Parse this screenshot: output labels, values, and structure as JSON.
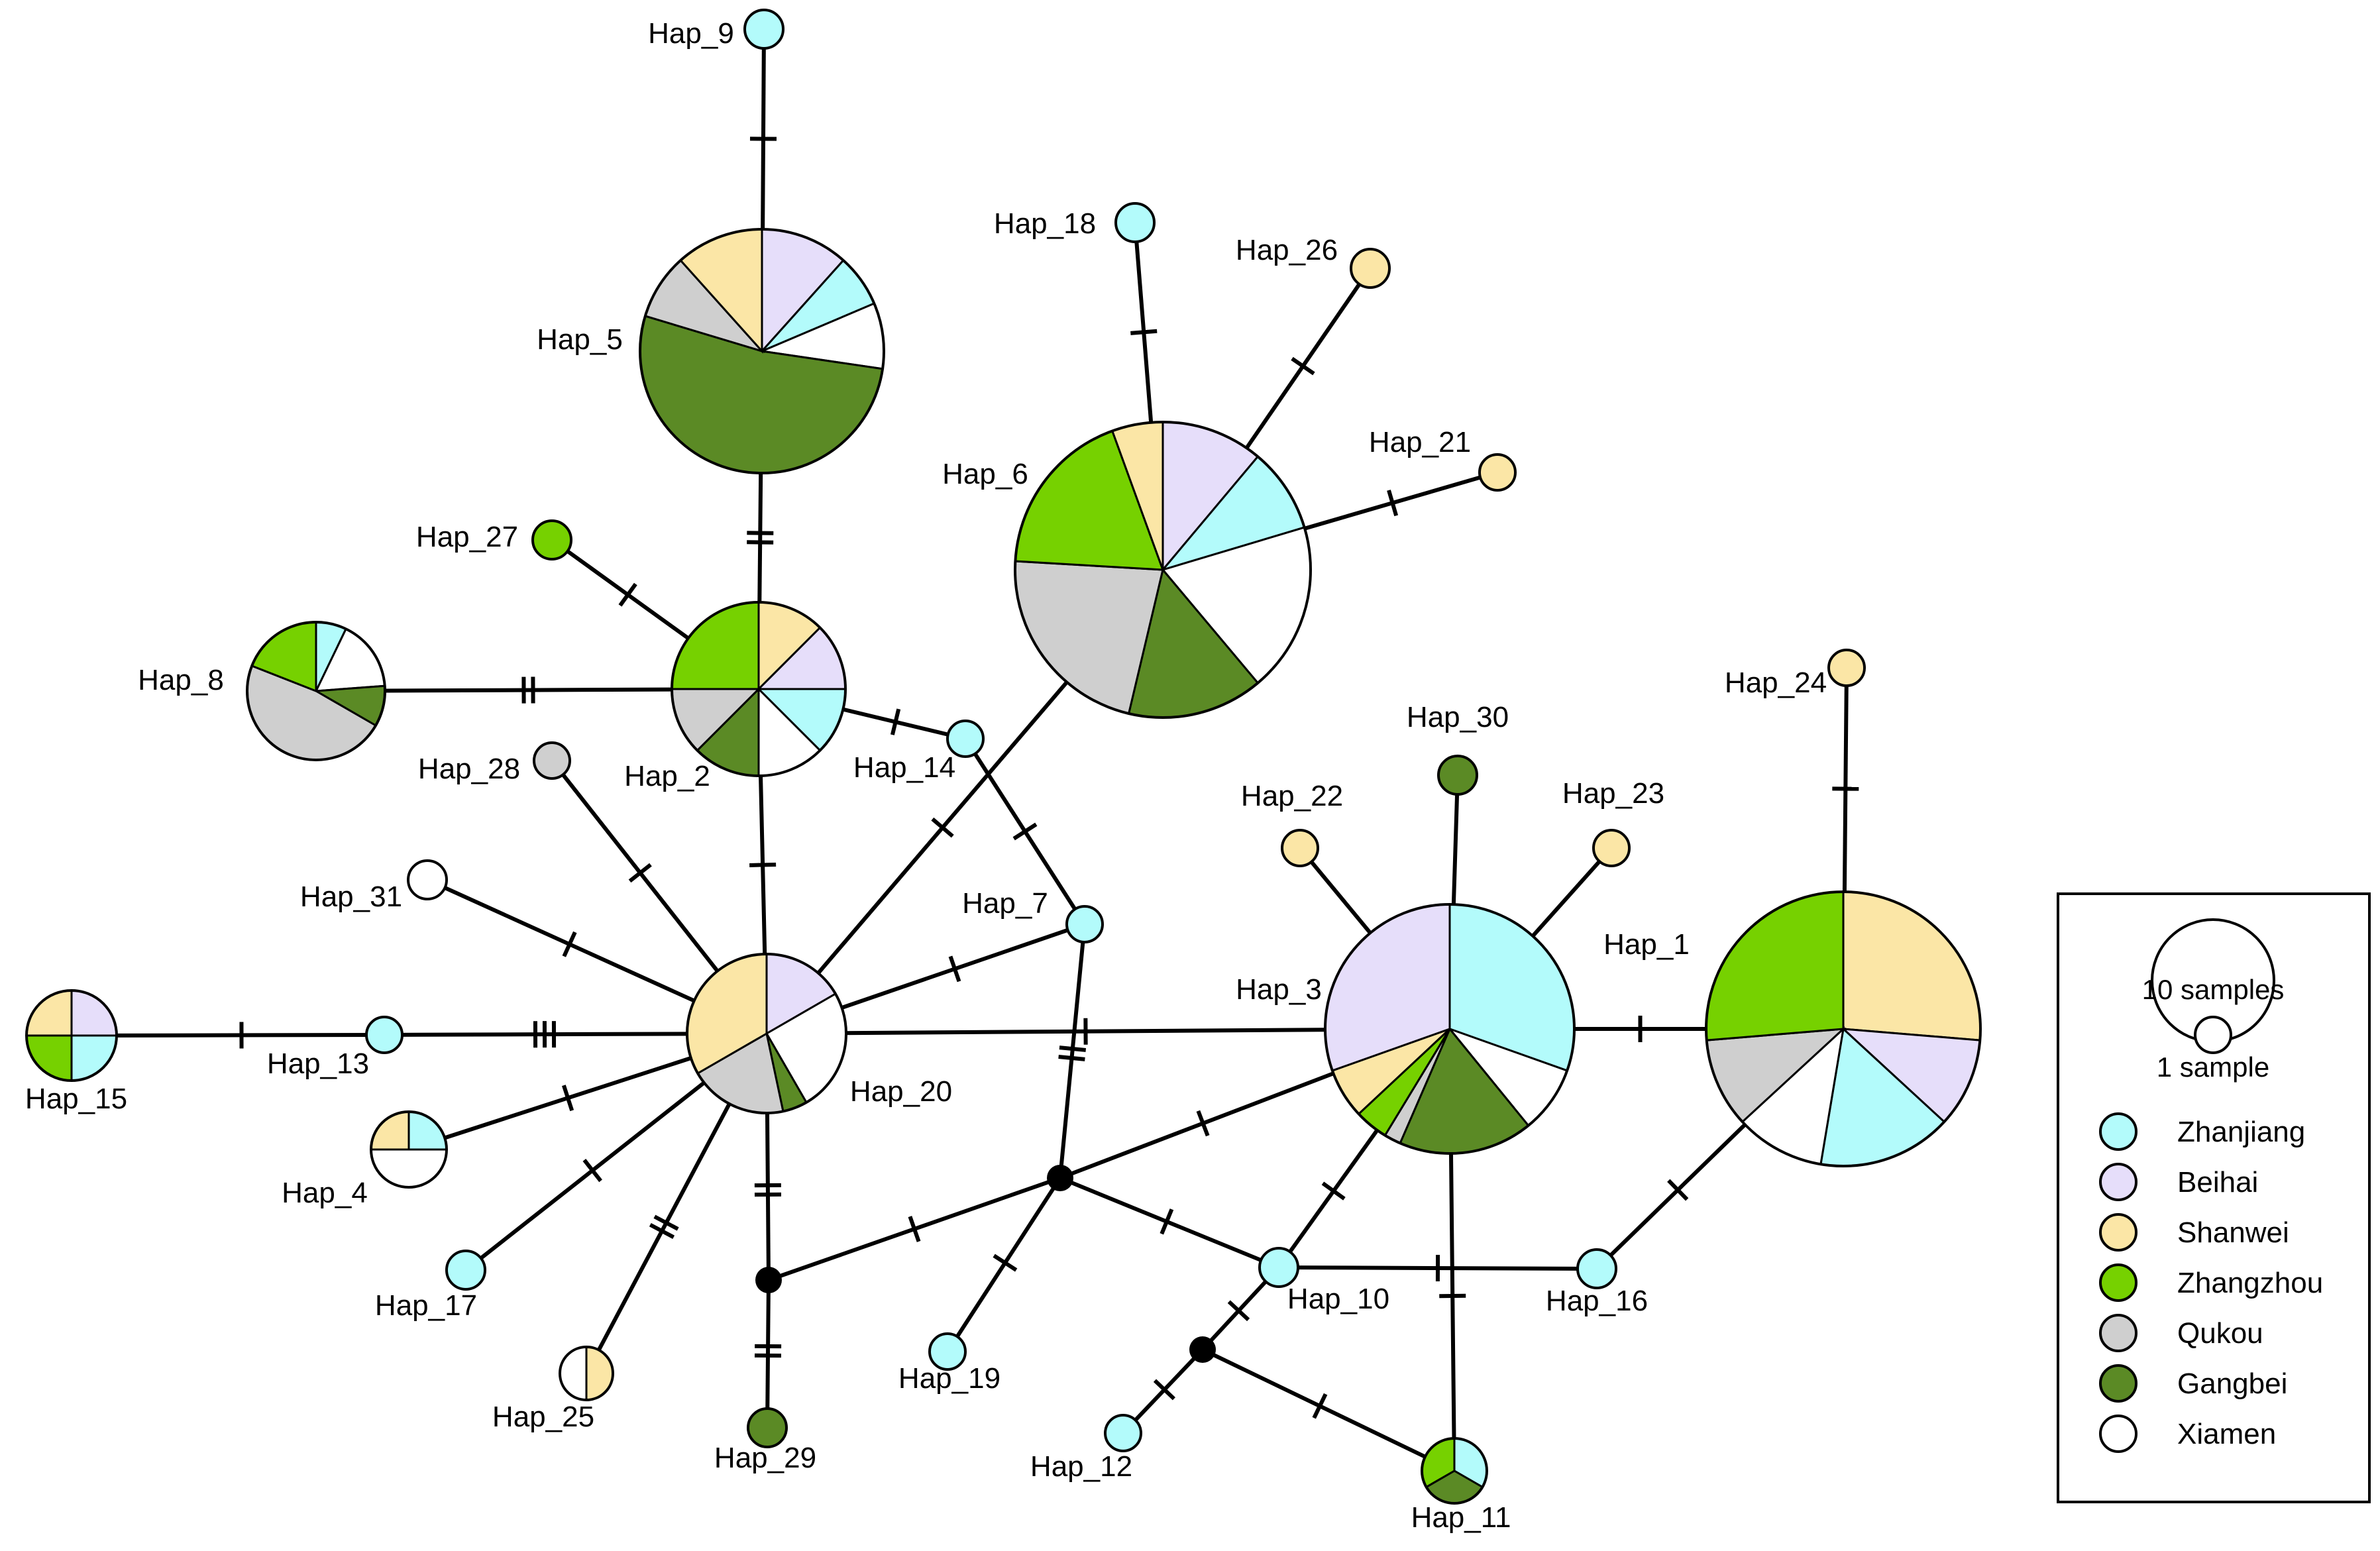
{
  "legend": {
    "size_large_label": "10 samples",
    "size_small_label": "1 sample",
    "populations": [
      {
        "name": "Zhanjiang",
        "color": "#b3fbfb"
      },
      {
        "name": "Beihai",
        "color": "#e6defa"
      },
      {
        "name": "Shanwei",
        "color": "#fbe6a6"
      },
      {
        "name": "Zhangzhou",
        "color": "#76d100"
      },
      {
        "name": "Qukou",
        "color": "#cfcfcf"
      },
      {
        "name": "Gangbei",
        "color": "#5b8a25"
      },
      {
        "name": "Xiamen",
        "color": "#ffffff"
      }
    ]
  },
  "haplotypes": [
    {
      "id": "Hap_1",
      "label": "Hap_1",
      "pops": [
        "Shanwei",
        "Beihai",
        "Zhanjiang",
        "Xiamen",
        "Qukou",
        "Zhangzhou"
      ],
      "counts": [
        5,
        2,
        3,
        2,
        2,
        5
      ]
    },
    {
      "id": "Hap_2",
      "label": "Hap_2",
      "pops": [
        "Shanwei",
        "Beihai",
        "Zhanjiang",
        "Xiamen",
        "Gangbei",
        "Qukou",
        "Zhangzhou"
      ],
      "counts": [
        1,
        1,
        1,
        1,
        1,
        1,
        2
      ]
    },
    {
      "id": "Hap_3",
      "label": "Hap_3",
      "pops": [
        "Zhanjiang",
        "Xiamen",
        "Gangbei",
        "Qukou",
        "Zhangzhou",
        "Shanwei",
        "Beihai"
      ],
      "counts": [
        7,
        2,
        4,
        0.5,
        1,
        1.5,
        7
      ]
    },
    {
      "id": "Hap_4",
      "label": "Hap_4",
      "pops": [
        "Zhanjiang",
        "Xiamen",
        "Shanwei"
      ],
      "counts": [
        1,
        2,
        1
      ]
    },
    {
      "id": "Hap_5",
      "label": "Hap_5",
      "pops": [
        "Beihai",
        "Zhanjiang",
        "Xiamen",
        "Gangbei",
        "Qukou",
        "Shanwei"
      ],
      "counts": [
        2,
        1.2,
        1.5,
        9,
        1.5,
        2
      ]
    },
    {
      "id": "Hap_6",
      "label": "Hap_6",
      "pops": [
        "Beihai",
        "Zhanjiang",
        "Xiamen",
        "Gangbei",
        "Qukou",
        "Zhangzhou",
        "Shanwei"
      ],
      "counts": [
        3,
        2.5,
        5,
        4,
        6,
        5,
        1.5
      ]
    },
    {
      "id": "Hap_7",
      "label": "Hap_7",
      "pops": [
        "Zhanjiang"
      ],
      "counts": [
        1
      ]
    },
    {
      "id": "Hap_8",
      "label": "Hap_8",
      "pops": [
        "Zhanjiang",
        "Xiamen",
        "Gangbei",
        "Qukou",
        "Zhangzhou"
      ],
      "counts": [
        0.6,
        1.4,
        0.8,
        4,
        1.6
      ]
    },
    {
      "id": "Hap_9",
      "label": "Hap_9",
      "pops": [
        "Zhanjiang"
      ],
      "counts": [
        1
      ]
    },
    {
      "id": "Hap_10",
      "label": "Hap_10",
      "pops": [
        "Zhanjiang"
      ],
      "counts": [
        1
      ]
    },
    {
      "id": "Hap_11",
      "label": "Hap_11",
      "pops": [
        "Zhanjiang",
        "Gangbei",
        "Zhangzhou"
      ],
      "counts": [
        1,
        1,
        1
      ]
    },
    {
      "id": "Hap_12",
      "label": "Hap_12",
      "pops": [
        "Zhanjiang"
      ],
      "counts": [
        1
      ]
    },
    {
      "id": "Hap_13",
      "label": "Hap_13",
      "pops": [
        "Zhanjiang"
      ],
      "counts": [
        1
      ]
    },
    {
      "id": "Hap_14",
      "label": "Hap_14",
      "pops": [
        "Zhanjiang"
      ],
      "counts": [
        1
      ]
    },
    {
      "id": "Hap_15",
      "label": "Hap_15",
      "pops": [
        "Beihai",
        "Zhanjiang",
        "Zhangzhou",
        "Shanwei"
      ],
      "counts": [
        1,
        1,
        1,
        1
      ]
    },
    {
      "id": "Hap_16",
      "label": "Hap_16",
      "pops": [
        "Zhanjiang"
      ],
      "counts": [
        1
      ]
    },
    {
      "id": "Hap_17",
      "label": "Hap_17",
      "pops": [
        "Zhanjiang"
      ],
      "counts": [
        1
      ]
    },
    {
      "id": "Hap_18",
      "label": "Hap_18",
      "pops": [
        "Zhanjiang"
      ],
      "counts": [
        1
      ]
    },
    {
      "id": "Hap_19",
      "label": "Hap_19",
      "pops": [
        "Zhanjiang"
      ],
      "counts": [
        1
      ]
    },
    {
      "id": "Hap_20",
      "label": "Hap_20",
      "pops": [
        "Beihai",
        "Xiamen",
        "Gangbei",
        "Qukou",
        "Shanwei"
      ],
      "counts": [
        1,
        1.5,
        0.3,
        1.2,
        2
      ]
    },
    {
      "id": "Hap_21",
      "label": "Hap_21",
      "pops": [
        "Shanwei"
      ],
      "counts": [
        1
      ]
    },
    {
      "id": "Hap_22",
      "label": "Hap_22",
      "pops": [
        "Shanwei"
      ],
      "counts": [
        1
      ]
    },
    {
      "id": "Hap_23",
      "label": "Hap_23",
      "pops": [
        "Shanwei"
      ],
      "counts": [
        1
      ]
    },
    {
      "id": "Hap_24",
      "label": "Hap_24",
      "pops": [
        "Shanwei"
      ],
      "counts": [
        1
      ]
    },
    {
      "id": "Hap_25",
      "label": "Hap_25",
      "pops": [
        "Shanwei",
        "Xiamen"
      ],
      "counts": [
        1,
        1
      ]
    },
    {
      "id": "Hap_26",
      "label": "Hap_26",
      "pops": [
        "Shanwei"
      ],
      "counts": [
        1
      ]
    },
    {
      "id": "Hap_27",
      "label": "Hap_27",
      "pops": [
        "Zhangzhou"
      ],
      "counts": [
        1
      ]
    },
    {
      "id": "Hap_28",
      "label": "Hap_28",
      "pops": [
        "Qukou"
      ],
      "counts": [
        1
      ]
    },
    {
      "id": "Hap_29",
      "label": "Hap_29",
      "pops": [
        "Gangbei"
      ],
      "counts": [
        1
      ]
    },
    {
      "id": "Hap_30",
      "label": "Hap_30",
      "pops": [
        "Gangbei"
      ],
      "counts": [
        1
      ]
    },
    {
      "id": "Hap_31",
      "label": "Hap_31",
      "pops": [
        "Xiamen"
      ],
      "counts": [
        1
      ]
    }
  ],
  "links": [
    {
      "a": "Hap_9",
      "b": "Hap_5",
      "steps": 1
    },
    {
      "a": "Hap_5",
      "b": "Hap_2",
      "steps": 2
    },
    {
      "a": "Hap_27",
      "b": "Hap_2",
      "steps": 1
    },
    {
      "a": "Hap_8",
      "b": "Hap_2",
      "steps": 2
    },
    {
      "a": "Hap_2",
      "b": "Hap_14",
      "steps": 1
    },
    {
      "a": "Hap_2",
      "b": "Hap_20",
      "steps": 1
    },
    {
      "a": "Hap_14",
      "b": "Hap_7",
      "steps": 1
    },
    {
      "a": "Hap_28",
      "b": "Hap_20",
      "steps": 1
    },
    {
      "a": "Hap_31",
      "b": "Hap_20",
      "steps": 1
    },
    {
      "a": "Hap_15",
      "b": "Hap_13",
      "steps": 1
    },
    {
      "a": "Hap_13",
      "b": "Hap_20",
      "steps": 3
    },
    {
      "a": "Hap_4",
      "b": "Hap_20",
      "steps": 1
    },
    {
      "a": "Hap_17",
      "b": "Hap_20",
      "steps": 1
    },
    {
      "a": "Hap_25",
      "b": "Hap_20",
      "steps": 2
    },
    {
      "a": "Hap_20",
      "b": "mv1",
      "steps": 2
    },
    {
      "a": "mv1",
      "b": "Hap_29",
      "steps": 2
    },
    {
      "a": "Hap_20",
      "b": "Hap_6",
      "steps": 1
    },
    {
      "a": "Hap_20",
      "b": "Hap_7",
      "steps": 1
    },
    {
      "a": "Hap_20",
      "b": "Hap_3",
      "steps": 1
    },
    {
      "a": "Hap_18",
      "b": "Hap_6",
      "steps": 1
    },
    {
      "a": "Hap_26",
      "b": "Hap_6",
      "steps": 1
    },
    {
      "a": "Hap_21",
      "b": "Hap_6",
      "steps": 1
    },
    {
      "a": "Hap_7",
      "b": "mv2",
      "steps": 2
    },
    {
      "a": "mv1",
      "b": "mv2",
      "steps": 1
    },
    {
      "a": "mv2",
      "b": "Hap_19",
      "steps": 1
    },
    {
      "a": "mv2",
      "b": "Hap_10",
      "steps": 1
    },
    {
      "a": "mv2",
      "b": "Hap_3",
      "steps": 1
    },
    {
      "a": "Hap_22",
      "b": "Hap_3",
      "steps": 0
    },
    {
      "a": "Hap_30",
      "b": "Hap_3",
      "steps": 0
    },
    {
      "a": "Hap_23",
      "b": "Hap_3",
      "steps": 0
    },
    {
      "a": "Hap_3",
      "b": "Hap_1",
      "steps": 1
    },
    {
      "a": "Hap_24",
      "b": "Hap_1",
      "steps": 1
    },
    {
      "a": "Hap_10",
      "b": "Hap_16",
      "steps": 1
    },
    {
      "a": "Hap_16",
      "b": "Hap_1",
      "steps": 1
    },
    {
      "a": "Hap_10",
      "b": "Hap_3",
      "steps": 1
    },
    {
      "a": "Hap_3",
      "b": "Hap_11",
      "steps": 1
    },
    {
      "a": "Hap_10",
      "b": "mv3",
      "steps": 1
    },
    {
      "a": "mv3",
      "b": "Hap_12",
      "steps": 1
    },
    {
      "a": "mv3",
      "b": "Hap_11",
      "steps": 1
    }
  ]
}
